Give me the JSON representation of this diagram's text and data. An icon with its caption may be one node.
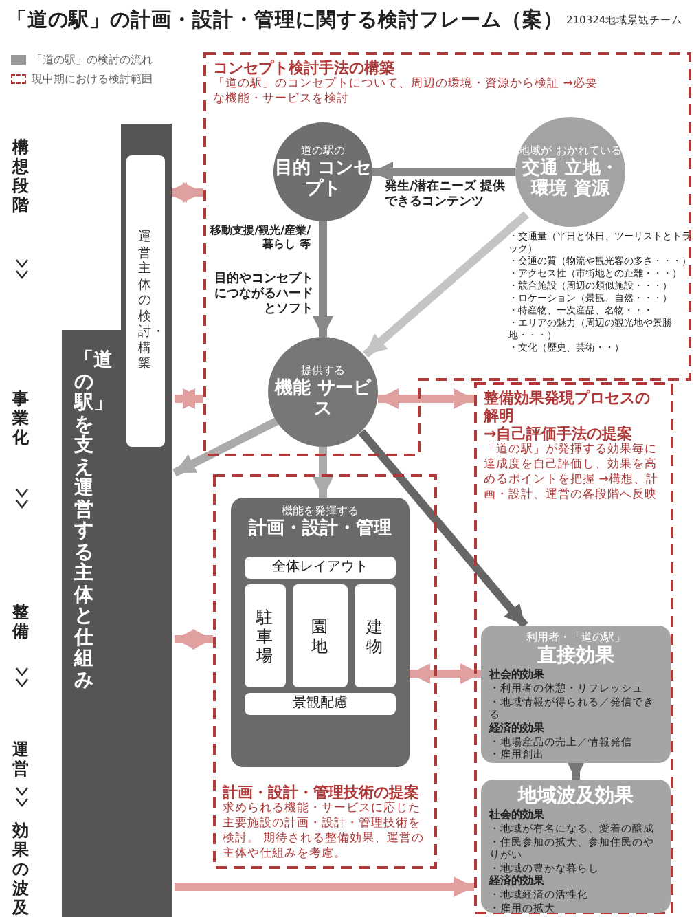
{
  "diagram": {
    "title": "「道の駅」の計画・設計・管理に関する検討フレーム（案）",
    "nodes": [
      {
        "text": [
          "コンセプト検討手法の構築",
          "「道の駅」のコンセプトについて、周辺の環境・資源から検証 →必要な機能・サービスを検討"
        ]
      },
      {
        "text": [
          "道の駅の",
          "目的 コンセプト"
        ],
        "in": 0,
        "beside": [
          "移動支援/観光/産業/暮らし 等"
        ]
      },
      {
        "text": [
          "地域が おかれている",
          "交通 立地・環境 資源"
        ],
        "in": 0,
        "beside": [
          "・交通量（平日と休日、ツーリストとトラック）",
          "・交通の質（物流や観光客の多さ・・・）",
          "・アクセス性（市街地との距離・・・）",
          "・競合施設（周辺の類似施設・・・）",
          "・ロケーション（景観、自然・・・）",
          "・特産物、一次産品、名物・・・",
          "・エリアの魅力（周辺の観光地や景勝地・・・）",
          "・文化（歴史、芸術・・）"
        ]
      },
      {
        "text": [
          "提供する",
          "機能 サービス"
        ],
        "in": 0
      },
      {
        "text": [
          "整備効果発現プロセスの解明",
          "→自己評価手法の提案",
          "「道の駅」が発揮する効果毎に達成度を自己評価し、効果を高めるポイントを把握 →構想、計画・設計、運営の各段階へ反映"
        ]
      },
      {
        "text": [
          "利用者・「道の駅」",
          "直接効果",
          "社会的効果",
          "・利用者の休憩・リフレッシュ",
          "・地域情報が得られる／発信できる",
          "経済的効果",
          "・地場産品の売上／情報発信",
          "・雇用創出"
        ],
        "in": 4
      },
      {
        "text": [
          "地域波及効果",
          "社会的効果",
          "・地域が有名になる、愛着の醸成",
          "・住民参加の拡大、参加住民のやりがい",
          "・地域の豊かな暮らし",
          "経済的効果",
          "・地域経済の活性化",
          "・雇用の拡大"
        ],
        "in": 4
      },
      {
        "text": [
          "計画・設計・管理技術の提案",
          "求められる機能・サービスに応じた主要施設の計画・設計・管理技術を検討。 期待される整備効果、運営の主体や仕組みを考慮。"
        ]
      },
      {
        "text": [
          "機能を発揮する",
          "計画・設計・管理"
        ],
        "in": 7
      },
      {
        "text": [
          "全体レイアウト"
        ],
        "in": 8
      },
      {
        "text": [
          "駐車場"
        ],
        "in": 8
      },
      {
        "text": [
          "園地"
        ],
        "in": 8
      },
      {
        "text": [
          "建物"
        ],
        "in": 8
      },
      {
        "text": [
          "景観配慮"
        ],
        "in": 8
      },
      {
        "text": [
          "「道の駅」を支え運営する主体と仕組み"
        ]
      },
      {
        "text": [
          "運営主体の検討・構築"
        ],
        "in": 14
      }
    ],
    "edges": [
      {
        "from": 2,
        "to": 1,
        "arrow": "to",
        "label": "発生/潜在ニーズ 提供できるコンテンツ",
        "color": "#888888"
      },
      {
        "from": 1,
        "to": 3,
        "arrow": "to",
        "label": "目的やコンセプトにつながるハードとソフト",
        "color": "#888888"
      },
      {
        "from": 2,
        "to": 3,
        "arrow": "to",
        "color": "#c4c4c4"
      },
      {
        "from": 3,
        "to": 14,
        "arrow": "to",
        "color": "#aaaaaa"
      },
      {
        "from": 3,
        "to": 8,
        "arrow": "to",
        "color": "#aaaaaa"
      },
      {
        "from": 3,
        "to": 5,
        "arrow": "to",
        "color": "#666666"
      },
      {
        "from": 5,
        "to": 6,
        "arrow": "to",
        "color": "#777777"
      },
      {
        "from": 15,
        "to": 0,
        "arrow": "both",
        "color": "#e0a0a0"
      },
      {
        "from": 14,
        "to": 0,
        "arrow": "both",
        "color": "#e0a0a0"
      },
      {
        "from": 3,
        "to": 4,
        "arrow": "both",
        "color": "#e0a0a0"
      },
      {
        "from": 14,
        "to": 7,
        "arrow": "both",
        "color": "#e0a0a0"
      },
      {
        "from": 8,
        "to": 5,
        "arrow": "both",
        "color": "#e0a0a0"
      },
      {
        "from": 14,
        "to": 4,
        "arrow": "to",
        "color": "#e0a0a0"
      }
    ],
    "labels": [
      "210324地域景観チーム",
      "構想段階",
      "事業化",
      "整備",
      "運営",
      "効果の波及"
    ],
    "legend": [
      {
        "text": "「道の駅」の検討の流れ",
        "color": "#999999"
      },
      {
        "text": "現中期における検討範囲"
      }
    ]
  }
}
